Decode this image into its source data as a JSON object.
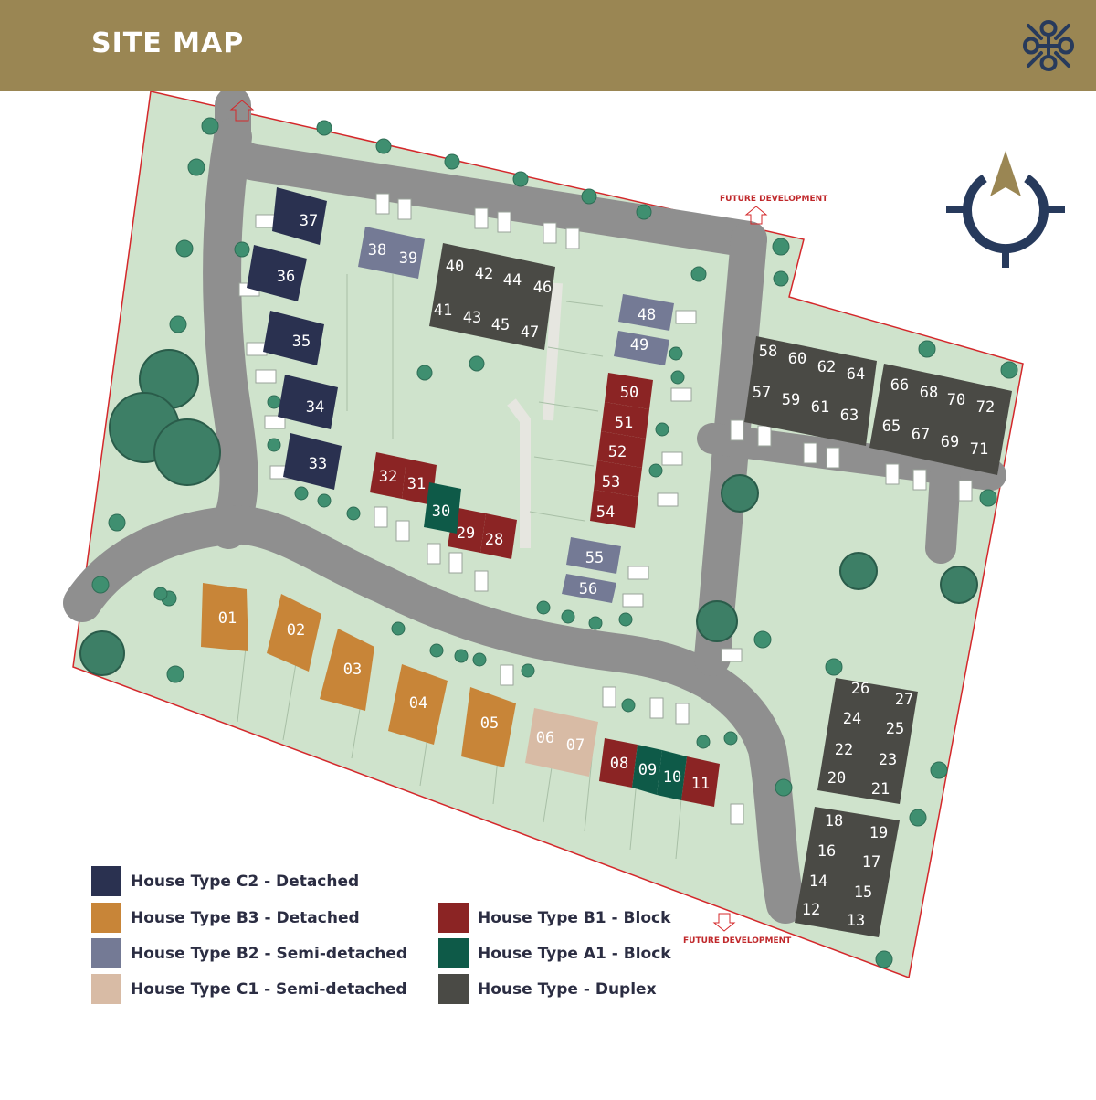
{
  "header": {
    "title": "SITE MAP"
  },
  "map": {
    "future_development_labels": [
      "FUTURE DEVELOPMENT",
      "FUTURE DEVELOPMENT"
    ],
    "lots": {
      "c2": [
        "37",
        "36",
        "35",
        "34",
        "33"
      ],
      "b3": [
        "01",
        "02",
        "03",
        "04",
        "05"
      ],
      "b2": [
        "38",
        "39",
        "48",
        "49",
        "55",
        "56"
      ],
      "c1": [
        "06",
        "07"
      ],
      "b1": [
        "32",
        "31",
        "29",
        "28",
        "50",
        "51",
        "52",
        "53",
        "54",
        "08",
        "11"
      ],
      "a1": [
        "30",
        "09",
        "10"
      ],
      "duplex": [
        "40",
        "42",
        "44",
        "46",
        "41",
        "43",
        "45",
        "47",
        "58",
        "60",
        "62",
        "64",
        "57",
        "59",
        "61",
        "63",
        "66",
        "68",
        "70",
        "72",
        "65",
        "67",
        "69",
        "71",
        "26",
        "27",
        "24",
        "25",
        "22",
        "23",
        "20",
        "21",
        "18",
        "19",
        "16",
        "17",
        "14",
        "15",
        "12",
        "13"
      ]
    }
  },
  "legend": [
    {
      "label": "House Type C2 - Detached",
      "color": "#2a3150"
    },
    {
      "label": "House Type B3 - Detached",
      "color": "#c88538"
    },
    {
      "label": "House Type B2 - Semi-detached",
      "color": "#747a95"
    },
    {
      "label": "House Type C1 - Semi-detached",
      "color": "#d8bba5"
    },
    {
      "label": "House Type B1 - Block",
      "color": "#8b2424"
    },
    {
      "label": "House Type A1 - Block",
      "color": "#0e5a48"
    },
    {
      "label": "House Type - Duplex",
      "color": "#4a4a45"
    }
  ],
  "colors": {
    "header": "#9a8653",
    "grass": "#cfe3cc",
    "road": "#8f8f8f",
    "boundary": "#d4282b",
    "tree": "#3f8f70",
    "compass_ring": "#273a5c",
    "compass_arrow": "#9a8653"
  },
  "icons": [
    "logo-icon",
    "compass-icon",
    "tree-icon"
  ]
}
